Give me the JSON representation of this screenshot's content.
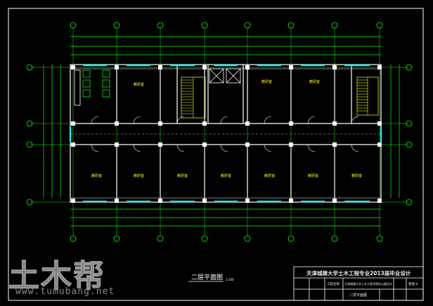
{
  "drawing": {
    "plan_title": "二层平面图",
    "plan_scale": "1:100",
    "room_label": "教研室"
  },
  "title_block": {
    "header": "天津城建大学土木工程专业2013届毕业设计",
    "row1_left": "工程名称",
    "row1_mid": "天津城建大学土木工程学院办公楼设计",
    "row2_sheet_name": "二层平面图",
    "row2_code": "建施-4"
  },
  "watermark": {
    "logo_text": "土木帮",
    "url": "www.tumubang.net"
  },
  "colors": {
    "background": "#000000",
    "wall": "#ffffff",
    "dimension": "#00ff00",
    "grid_bubble": "#00ff00",
    "window": "#00ffff",
    "door": "#ffffff",
    "text": "#ffff00",
    "title_frame": "#ffffff"
  }
}
